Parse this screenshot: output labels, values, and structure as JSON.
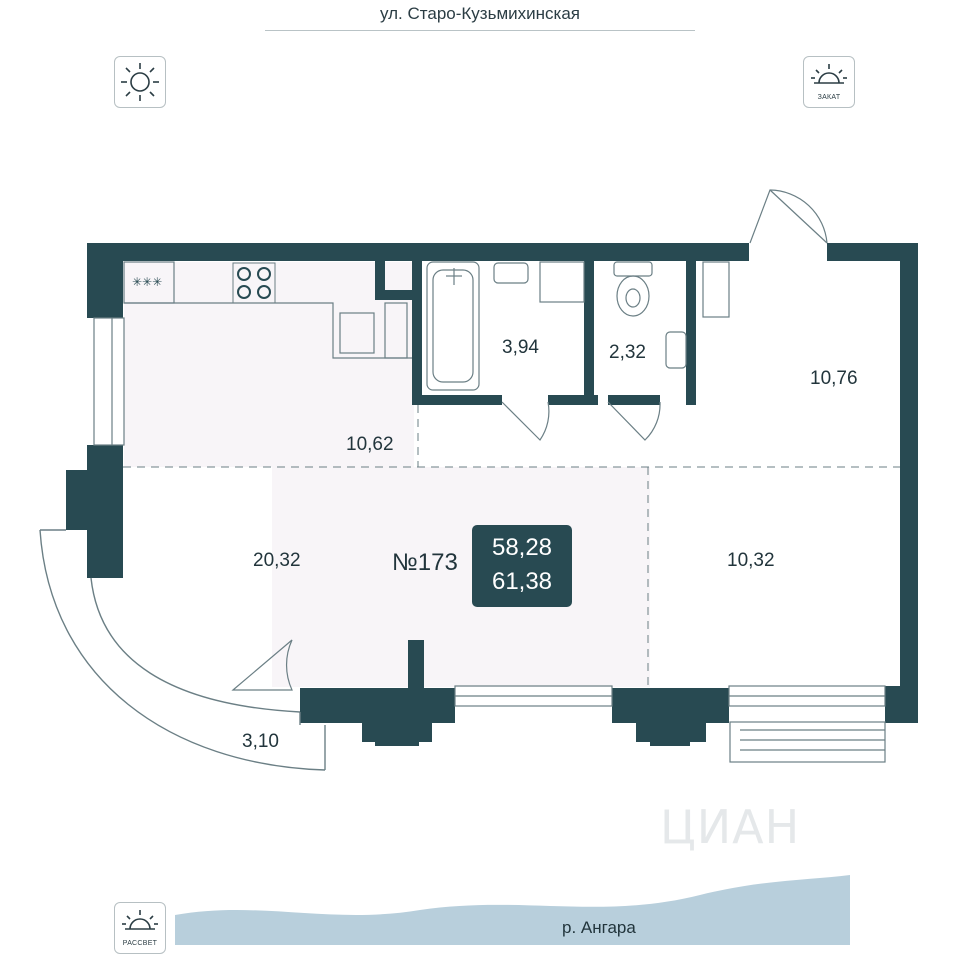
{
  "street": "ул. Старо-Кузьмихинская",
  "apartment": {
    "number": "№173",
    "area_living": "58,28",
    "area_total": "61,38"
  },
  "rooms": {
    "kitchen": "10,62",
    "bathroom": "3,94",
    "wc": "2,32",
    "bedroom": "10,76",
    "living": "20,32",
    "hall": "10,32",
    "balcony": "3,10"
  },
  "badges": {
    "sunset": "ЗАКАТ",
    "sunrise": "РАССВЕТ",
    "sun_icon": "sun-icon",
    "sunset_icon": "sunset-icon",
    "sunrise_icon": "sunrise-icon"
  },
  "river": "р. Ангара",
  "watermark": "ЦИАН",
  "colors": {
    "wall": "#284a52",
    "dashed": "#6b7f85",
    "river": "#b8cfdc",
    "kitchen_zone": "#f6f3f6"
  }
}
